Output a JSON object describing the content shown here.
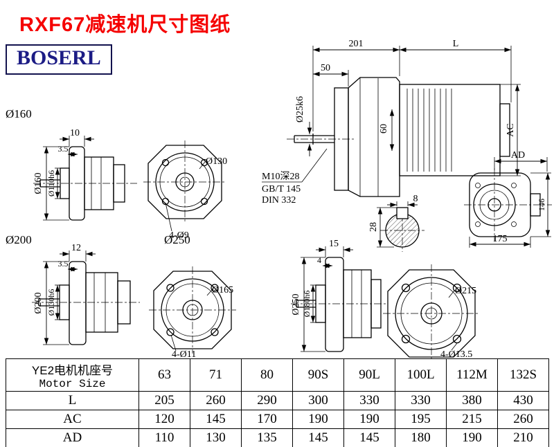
{
  "page": {
    "title": "RXF67减速机尺寸图纸",
    "logo": "BOSERL"
  },
  "colors": {
    "title_red": "#f50000",
    "logo_navy": "#1c1c85"
  },
  "main_view": {
    "dim_201": "201",
    "dim_l": "L",
    "dim_50": "50",
    "dim_shaft": "Ø25k6",
    "dim_60": "60",
    "dim_ac": "AC"
  },
  "notes": {
    "line1": "M10深28",
    "line2": "GB/T 145",
    "line3": "DIN 332"
  },
  "key_section": {
    "dim_8": "8",
    "dim_28": "28"
  },
  "flange160": {
    "label": "Ø160",
    "dim_10": "10",
    "dim_3_5": "3.5",
    "dim_od": "Ø160",
    "dim_hub": "Ø110h6",
    "front_circle": "Ø130",
    "front_holes": "4-Ø9"
  },
  "flange200": {
    "label": "Ø200",
    "dim_12": "12",
    "dim_3_5": "3.5",
    "dim_od": "Ø200",
    "dim_hub": "Ø130h6",
    "front_circle": "Ø165",
    "front_holes": "4-Ø11"
  },
  "flange250": {
    "label": "Ø250",
    "dim_15": "15",
    "dim_4": "4",
    "dim_od": "Ø250",
    "dim_hub": "Ø180h6",
    "front_circle": "Ø215",
    "front_holes": "4-Ø13.5"
  },
  "ad_view": {
    "dim_ad": "AD",
    "dim_146": "146",
    "dim_175": "175"
  },
  "table": {
    "header_cn": "YE2电机机座号",
    "header_en": "Motor Size",
    "columns": [
      "63",
      "71",
      "80",
      "90S",
      "90L",
      "100L",
      "112M",
      "132S"
    ],
    "rows": [
      {
        "label": "L",
        "values": [
          "205",
          "260",
          "290",
          "300",
          "330",
          "330",
          "380",
          "430"
        ]
      },
      {
        "label": "AC",
        "values": [
          "120",
          "145",
          "170",
          "190",
          "190",
          "195",
          "215",
          "260"
        ]
      },
      {
        "label": "AD",
        "values": [
          "110",
          "130",
          "135",
          "145",
          "145",
          "180",
          "190",
          "210"
        ]
      }
    ]
  }
}
